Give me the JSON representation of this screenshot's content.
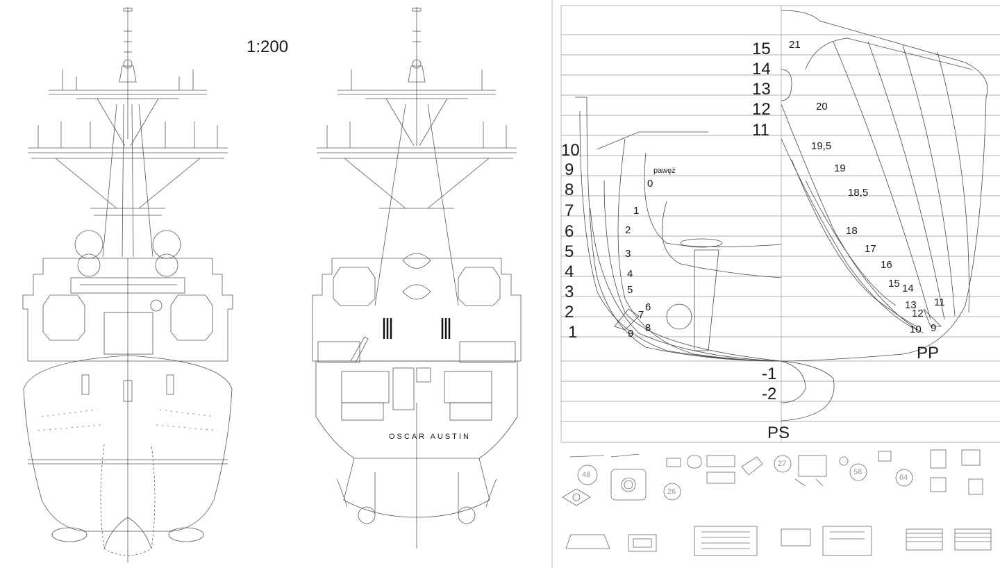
{
  "scale_label": "1:200",
  "ship_name": "OSCAR AUSTIN",
  "waterline_labels_upper": [
    "15",
    "14",
    "13",
    "12",
    "11"
  ],
  "waterline_labels_left": [
    "10",
    "9",
    "8",
    "7",
    "6",
    "5",
    "4",
    "3",
    "2",
    "1"
  ],
  "waterline_labels_lower": [
    "-1",
    "-2"
  ],
  "ps_label": "PS",
  "pp_label": "PP",
  "transom_label": "pawęż",
  "stern_station_labels": [
    "0",
    "1",
    "2",
    "3",
    "4",
    "5",
    "6",
    "7",
    "8",
    "9"
  ],
  "bow_station_labels": [
    "21",
    "20",
    "19,5",
    "19",
    "18,5",
    "18",
    "17",
    "16",
    "15",
    "14",
    "13",
    "12",
    "11",
    "10",
    "9"
  ],
  "part_numbers": [
    "48",
    "26",
    "27",
    "58",
    "64"
  ]
}
